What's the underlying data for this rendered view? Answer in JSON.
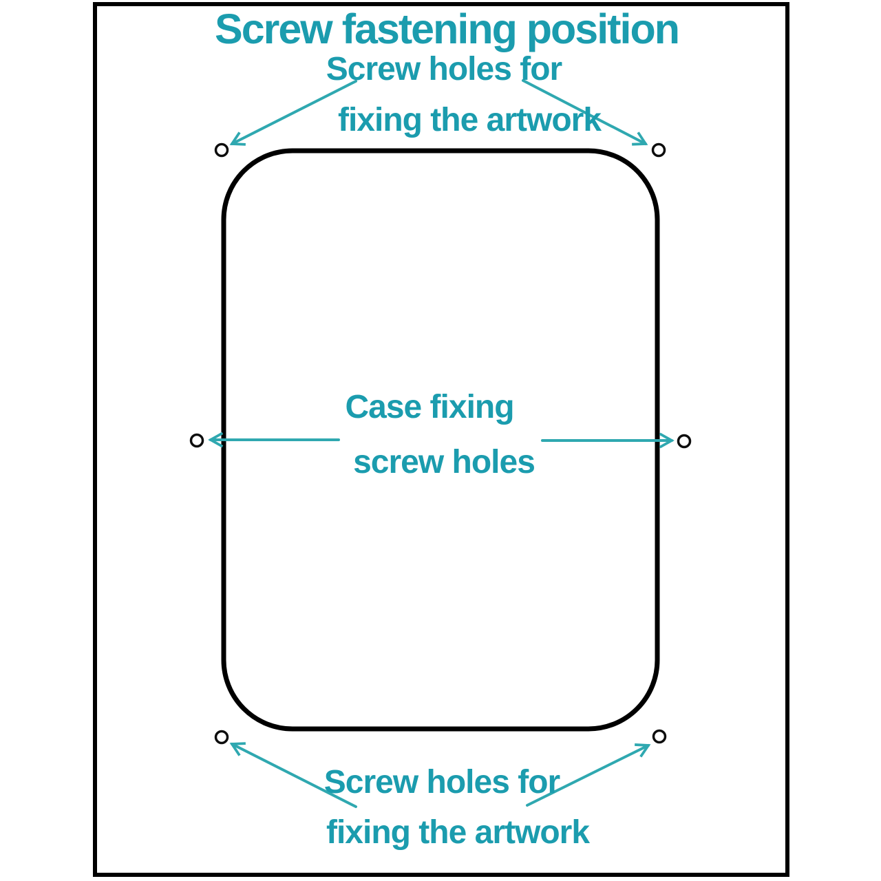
{
  "title": "Screw fastening position",
  "labels": {
    "top": {
      "line1": "Screw holes for",
      "line2": "fixing the artwork"
    },
    "center": {
      "line1": "Case fixing",
      "line2": "screw holes"
    },
    "bottom": {
      "line1": "Screw holes for",
      "line2": "fixing the artwork"
    }
  },
  "shapes": {
    "case_outline": "rounded-rectangle",
    "screw_hole_count": 6,
    "screw_hole_positions": [
      "top-left",
      "top-right",
      "middle-left",
      "middle-right",
      "bottom-left",
      "bottom-right"
    ]
  },
  "colors": {
    "accent_text": "#1b9cae",
    "arrow": "#2fa8b0",
    "outline": "#000000",
    "background": "#ffffff"
  }
}
